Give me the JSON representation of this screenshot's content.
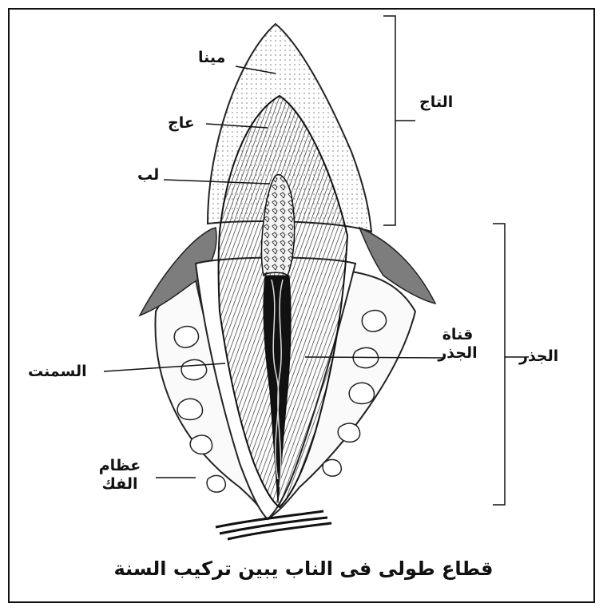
{
  "labels": {
    "enamel": "مينا",
    "dentin": "عاج",
    "pulp": "لب",
    "crown": "التاج",
    "root": "الجذر",
    "root_canal_line1": "قناة",
    "root_canal_line2": "الجذر",
    "cementum": "السمنت",
    "jaw_bone_line1": "عظام",
    "jaw_bone_line2": "الفك"
  },
  "caption": "قطاع طولى فى الناب يبين تركيب السنة"
}
